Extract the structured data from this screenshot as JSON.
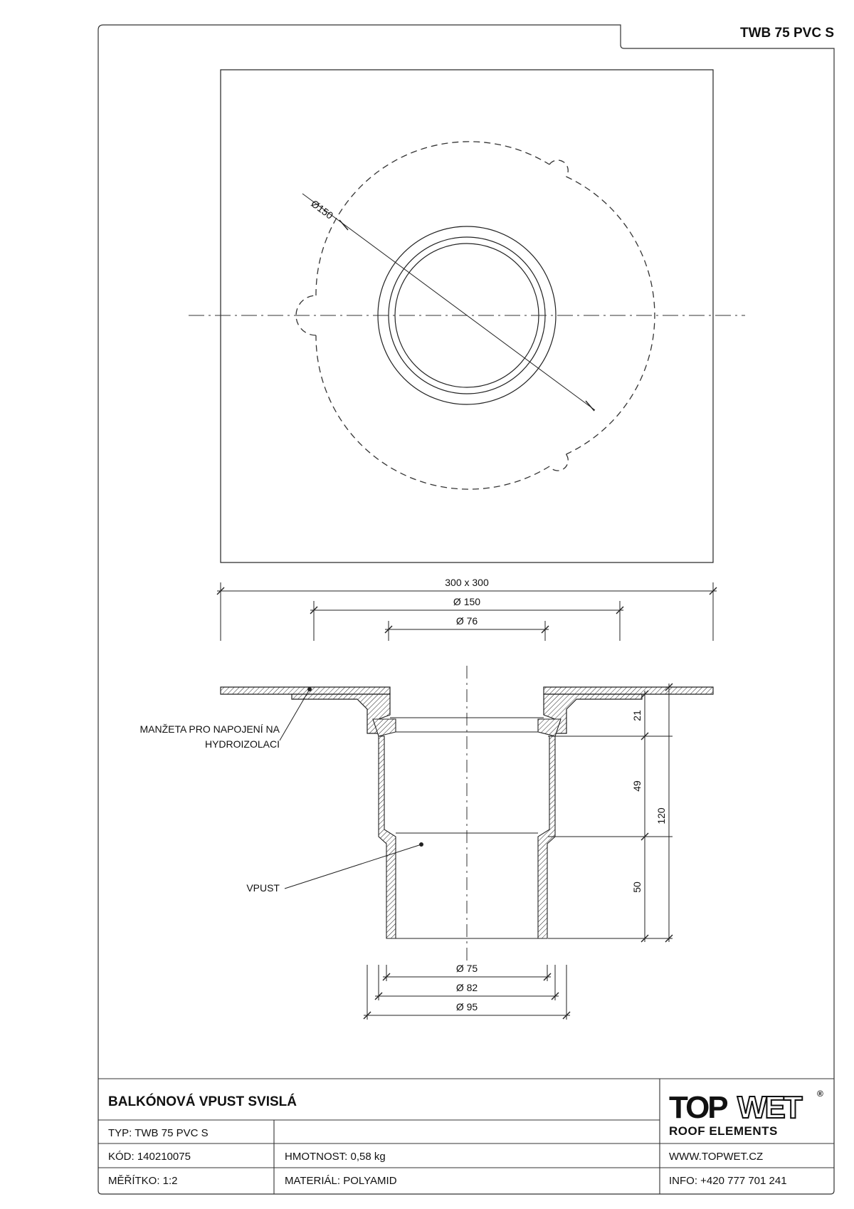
{
  "header": {
    "code": "TWB 75 PVC S"
  },
  "plan": {
    "diameter_label": "Ø150"
  },
  "dimensions": {
    "plate": "300 x 300",
    "flange": "Ø 150",
    "inner": "Ø 76",
    "d75": "Ø 75",
    "d82": "Ø 82",
    "d95": "Ø 95",
    "h21": "21",
    "h49": "49",
    "h50": "50",
    "h120": "120"
  },
  "labels": {
    "manzeta_line1": "MANŽETA PRO NAPOJENÍ NA",
    "manzeta_line2": "HYDROIZOLACI",
    "vpust": "VPUST"
  },
  "title_block": {
    "title": "BALKÓNOVÁ VPUST SVISLÁ",
    "typ": "TYP: TWB 75 PVC S",
    "kod": "KÓD: 140210075",
    "hmotnost": "HMOTNOST: 0,58 kg",
    "meritko": "MĚŘÍTKO: 1:2",
    "material": "MATERIÁL: POLYAMID",
    "web": "WWW.TOPWET.CZ",
    "info": "INFO: +420 777 701 241"
  },
  "logo": {
    "brand_a": "TOP",
    "brand_b": "WET",
    "reg": "®",
    "tagline": "ROOF ELEMENTS"
  }
}
